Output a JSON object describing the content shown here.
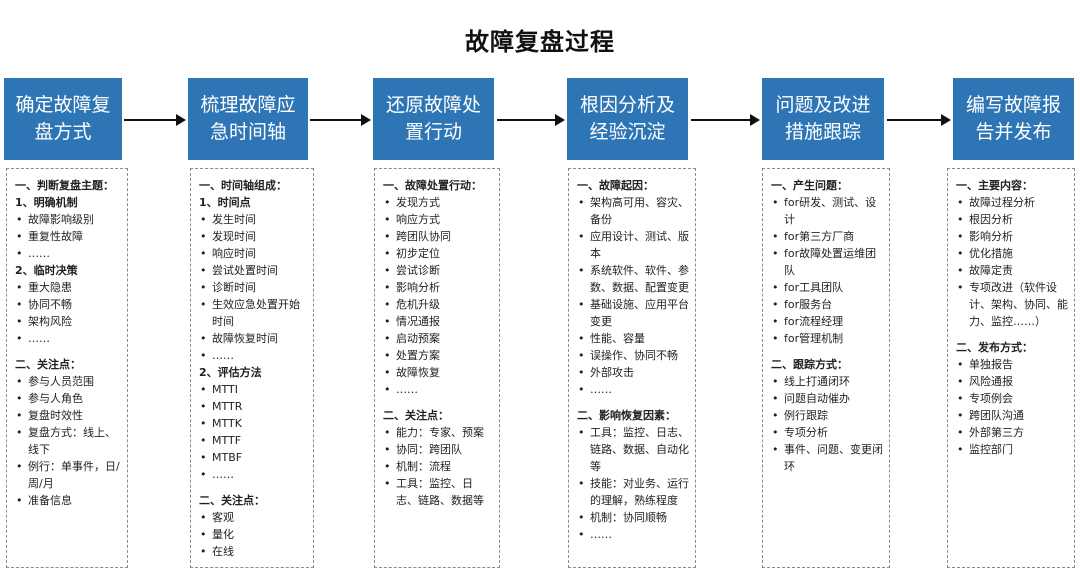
{
  "title": "故障复盘过程",
  "steps": [
    {
      "label": "确定故障复盘方式",
      "blocks": [
        {
          "heading": "一、判断复盘主题："
        },
        {
          "heading": "1、明确机制",
          "items": [
            "故障影响级别",
            "重复性故障",
            "……"
          ]
        },
        {
          "heading": "2、临时决策",
          "items": [
            "重大隐患",
            "协同不畅",
            "架构风险",
            "……"
          ]
        },
        {
          "spacer": true
        },
        {
          "heading": "二、关注点：",
          "items": [
            "参与人员范围",
            "参与人角色",
            "复盘时效性",
            "复盘方式：线上、线下",
            "例行：单事件，日/周/月",
            "准备信息"
          ]
        }
      ]
    },
    {
      "label": "梳理故障应急时间轴",
      "blocks": [
        {
          "heading": "一、时间轴组成："
        },
        {
          "heading": "1、时间点",
          "items": [
            "发生时间",
            "发现时间",
            "响应时间",
            "尝试处置时间",
            "诊断时间",
            "生效应急处置开始时间",
            "故障恢复时间",
            "……"
          ]
        },
        {
          "heading": "2、评估方法",
          "items": [
            "MTTI",
            "MTTR",
            "MTTK",
            "MTTF",
            "MTBF",
            "……"
          ]
        },
        {
          "spacer": true
        },
        {
          "heading": "二、关注点：",
          "items": [
            "客观",
            "量化",
            "在线"
          ]
        }
      ]
    },
    {
      "label": "还原故障处置行动",
      "blocks": [
        {
          "heading": "一、故障处置行动：",
          "items": [
            "发现方式",
            "响应方式",
            "跨团队协同",
            "初步定位",
            "尝试诊断",
            "影响分析",
            "危机升级",
            "情况通报",
            "启动预案",
            "处置方案",
            "故障恢复",
            "……"
          ]
        },
        {
          "spacer": true
        },
        {
          "heading": "二、关注点：",
          "items": [
            "能力：专家、预案",
            "协同：跨团队",
            "机制：流程",
            "工具：监控、日志、链路、数据等"
          ]
        }
      ]
    },
    {
      "label": "根因分析及经验沉淀",
      "blocks": [
        {
          "heading": "一、故障起因：",
          "items": [
            "架构高可用、容灾、备份",
            "应用设计、测试、版本",
            "系统软件、软件、参数、数据、配置变更",
            "基础设施、应用平台变更",
            "性能、容量",
            "误操作、协同不畅",
            "外部攻击",
            "……"
          ]
        },
        {
          "spacer": true
        },
        {
          "heading": "二、影响恢复因素：",
          "items": [
            "工具：监控、日志、链路、数据、自动化等",
            "技能：对业务、运行的理解，熟练程度",
            "机制：协同顺畅",
            "……"
          ]
        }
      ]
    },
    {
      "label": "问题及改进措施跟踪",
      "blocks": [
        {
          "heading": "一、产生问题：",
          "items": [
            "for研发、测试、设计",
            "for第三方厂商",
            "for故障处置运维团队",
            "for工具团队",
            "for服务台",
            "for流程经理",
            "for管理机制"
          ]
        },
        {
          "spacer": true
        },
        {
          "heading": "二、跟踪方式：",
          "items": [
            "线上打通闭环",
            "问题自动催办",
            "例行跟踪",
            "专项分析",
            "事件、问题、变更闭环"
          ]
        }
      ]
    },
    {
      "label": "编写故障报告并发布",
      "blocks": [
        {
          "heading": "一、主要内容：",
          "items": [
            "故障过程分析",
            "根因分析",
            "影响分析",
            "优化措施",
            "故障定责",
            "专项改进（软件设计、架构、协同、能力、监控……）"
          ]
        },
        {
          "spacer": true
        },
        {
          "heading": "二、发布方式：",
          "items": [
            "单独报告",
            "风险通报",
            "专项例会",
            "跨团队沟通",
            "外部第三方",
            "监控部门"
          ]
        }
      ]
    }
  ],
  "colors": {
    "step_bg": "#2e75b6",
    "step_text": "#ffffff"
  }
}
